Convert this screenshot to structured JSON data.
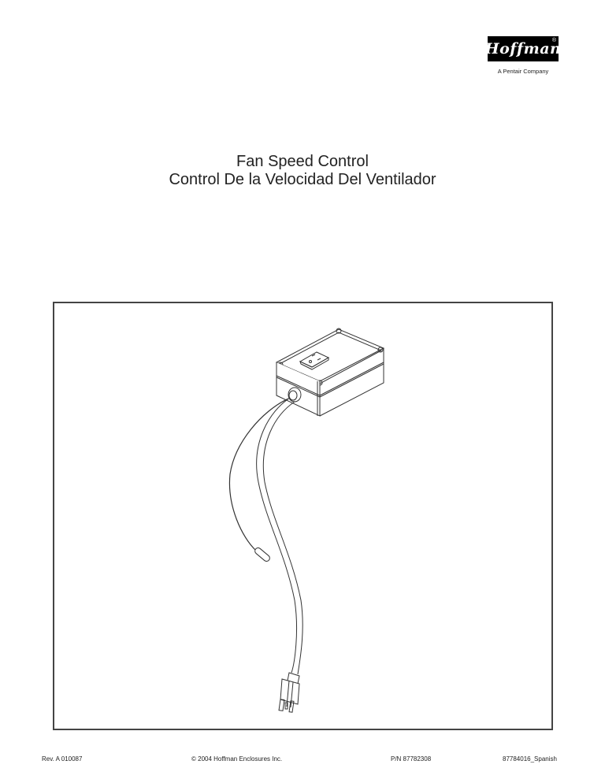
{
  "header": {
    "logo": {
      "brand": "Hoffman",
      "registered_mark": "®",
      "tagline": "A Pentair Company"
    }
  },
  "title": {
    "english": "Fan Speed Control",
    "spanish": "Control De la Velocidad Del Ventilador"
  },
  "figure": {
    "description": "Isometric line drawing of fan speed control enclosure with receptacle, sensor lead, and power cord with plug"
  },
  "footer": {
    "revision": "Rev. A  010087",
    "copyright": "© 2004 Hoffman Enclosures Inc.",
    "part_number": "P/N 87782308",
    "document_id": "87784016_Spanish"
  }
}
